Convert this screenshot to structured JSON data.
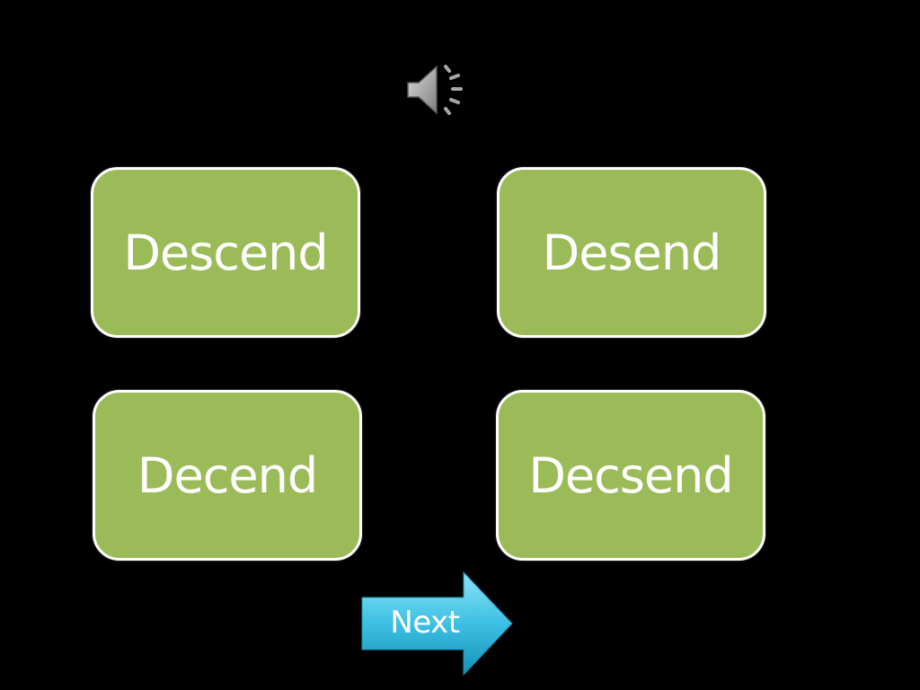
{
  "audio": {
    "icon": "speaker-icon"
  },
  "choices": [
    {
      "label": "Descend"
    },
    {
      "label": "Desend"
    },
    {
      "label": "Decend"
    },
    {
      "label": "Decsend"
    }
  ],
  "next": {
    "label": "Next",
    "icon": "right-arrow-icon"
  },
  "colors": {
    "background": "#000000",
    "choice_fill": "#9bbb59",
    "choice_border": "#ffffff",
    "next_light": "#6fd6ef",
    "next_dark": "#1ea0c8",
    "speaker": "#a6a6a6"
  }
}
